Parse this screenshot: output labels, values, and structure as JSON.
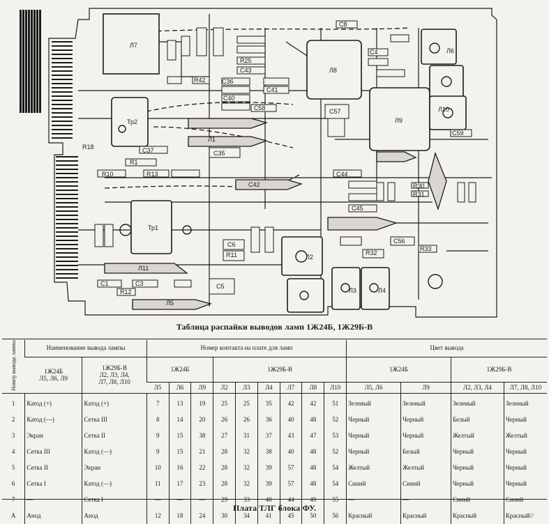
{
  "board": {
    "labels": [
      "Л7",
      "Тр2",
      "Л8",
      "Л9",
      "Л6",
      "Тр1",
      "Л2",
      "Л3",
      "Л4",
      "Л5",
      "Л1",
      "Л10",
      "Л11",
      "С5",
      "С6",
      "С35",
      "С36",
      "С37",
      "С40",
      "С41",
      "С42",
      "С43",
      "С44",
      "С45",
      "С56",
      "С57",
      "С58",
      "С59",
      "R1",
      "R10",
      "R11",
      "R12",
      "R13",
      "R18",
      "R25",
      "R30",
      "R31",
      "R32",
      "R33",
      "R42",
      "C1",
      "C3",
      "C4",
      "C8"
    ]
  },
  "table": {
    "title": "Таблица распайки выводов ламп 1Ж24Б, 1Ж29Б-В",
    "caption": "Плата ТЛГ блока ФУ.",
    "page_mark": "67",
    "head": {
      "pin_no": "Номер вывода лампы",
      "name_group": "Наименование вывода лампы",
      "contact_group": "Номер контакта на плате для ламп",
      "color_group": "Цвет вывода",
      "type_a": "1Ж24Б",
      "type_a_sub": "Л5, Л6, Л9",
      "type_b": "1Ж29Б-В",
      "type_b_sub1": "Л2, Л3, Л4,",
      "type_b_sub2": "Л7, Л8, Л10",
      "contact_a": "1Ж24Б",
      "contact_b": "1Ж29Б-В",
      "contact_cols": [
        "Л5",
        "Л6",
        "Л9",
        "Л2",
        "Л3",
        "Л4",
        "Л7",
        "Л8",
        "Л10"
      ],
      "color_a": "1Ж24Б",
      "color_b": "1Ж29Б-В",
      "color_cols": [
        "Л5, Л6",
        "Л9",
        "Л2, Л3, Л4",
        "Л7, Л8, Л10"
      ]
    },
    "rows": [
      {
        "n": "1",
        "a": "Катод (+)",
        "b": "Катод (+)",
        "c": [
          "7",
          "13",
          "19",
          "25",
          "25",
          "35",
          "42",
          "42",
          "51"
        ],
        "col": [
          "Зеленый",
          "Зеленый",
          "Зеленый",
          "Зеленый"
        ]
      },
      {
        "n": "2",
        "a": "Катод (—)",
        "b": "Сетка III",
        "c": [
          "8",
          "14",
          "20",
          "26",
          "26",
          "36",
          "40",
          "48",
          "52"
        ],
        "col": [
          "Черный",
          "Черный",
          "Белый",
          "Черный"
        ]
      },
      {
        "n": "3",
        "a": "Экран",
        "b": "Сетка II",
        "c": [
          "9",
          "15",
          "38",
          "27",
          "31",
          "37",
          "43",
          "47",
          "53"
        ],
        "col": [
          "Черный",
          "Черный",
          "Желтый",
          "Желтый"
        ]
      },
      {
        "n": "4",
        "a": "Сетка III",
        "b": "Катод (—)",
        "c": [
          "9",
          "15",
          "21",
          "28",
          "32",
          "38",
          "40",
          "48",
          "52"
        ],
        "col": [
          "Черный",
          "Белый",
          "Черный",
          "Черный"
        ]
      },
      {
        "n": "5",
        "a": "Сетка II",
        "b": "Экран",
        "c": [
          "10",
          "16",
          "22",
          "28",
          "32",
          "39",
          "57",
          "48",
          "54"
        ],
        "col": [
          "Желтый",
          "Желтый",
          "Черный",
          "Черный"
        ]
      },
      {
        "n": "6",
        "a": "Сетка I",
        "b": "Катод (—)",
        "c": [
          "11",
          "17",
          "23",
          "28",
          "32",
          "39",
          "57",
          "48",
          "54"
        ],
        "col": [
          "Синий",
          "Синий",
          "Черный",
          "Черный"
        ]
      },
      {
        "n": "7",
        "a": "—",
        "b": "Сетка I",
        "c": [
          "—",
          "—",
          "—",
          "29",
          "33",
          "40",
          "44",
          "49",
          "55"
        ],
        "col": [
          "—",
          "—",
          "Синий",
          "Синий"
        ]
      },
      {
        "n": "A",
        "a": "Анод",
        "b": "Анод",
        "c": [
          "12",
          "18",
          "24",
          "30",
          "34",
          "41",
          "45",
          "50",
          "56"
        ],
        "col": [
          "Красный",
          "Красный",
          "Красный",
          "Красный"
        ]
      }
    ]
  }
}
